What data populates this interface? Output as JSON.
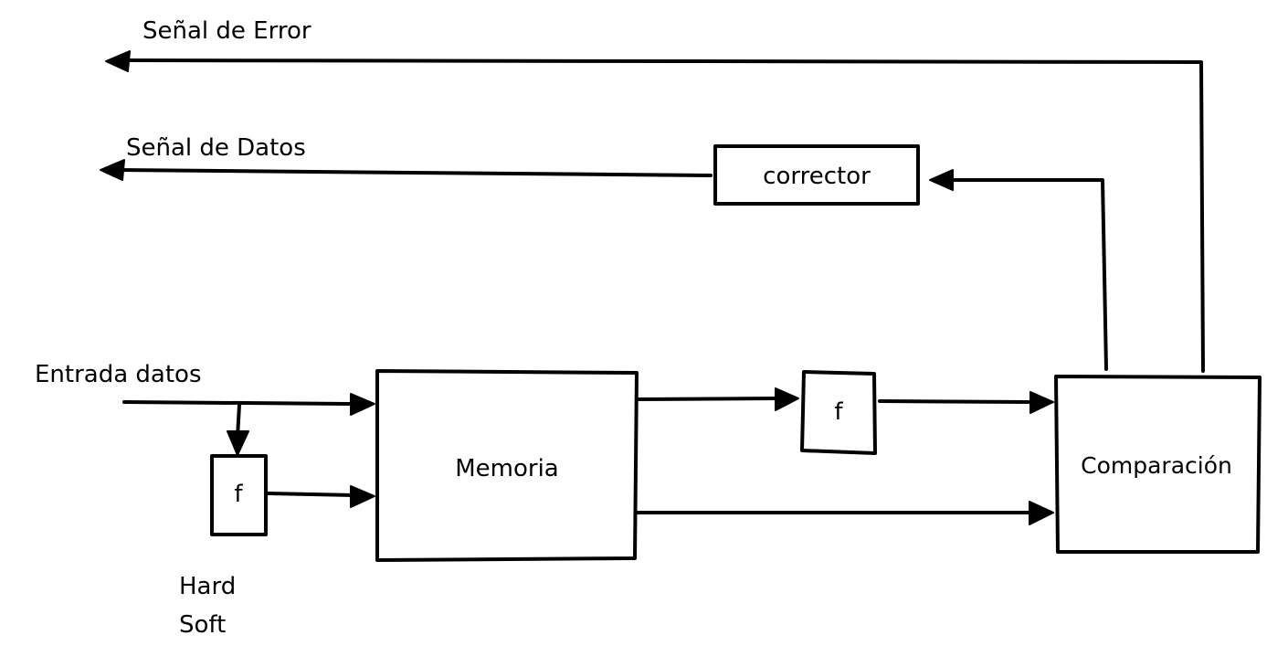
{
  "diagram": {
    "labels": {
      "error_signal": "Señal de Error",
      "data_signal": "Señal de Datos",
      "data_input": "Entrada datos",
      "hard": "Hard",
      "soft": "Soft"
    },
    "blocks": {
      "corrector": "corrector",
      "memoria": "Memoria",
      "f_input": "f",
      "f_output": "f",
      "comparacion": "Comparación"
    },
    "colors": {
      "stroke": "#000000",
      "background": "#ffffff"
    }
  }
}
